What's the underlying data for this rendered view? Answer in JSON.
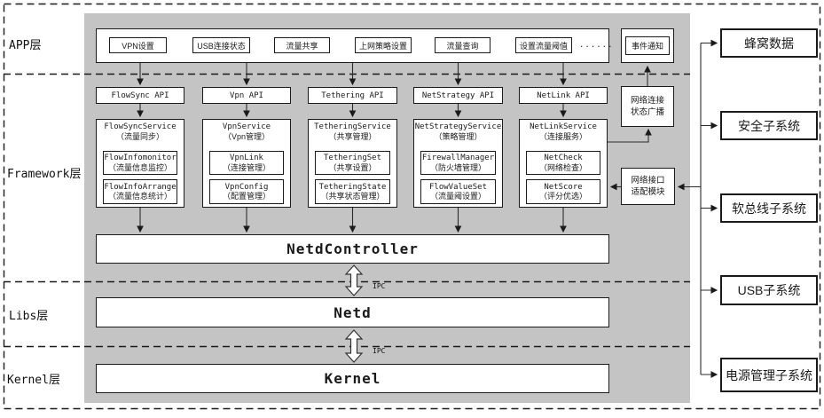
{
  "layer_labels": {
    "app": "APP层",
    "framework": "Framework层",
    "libs": "Libs层",
    "kernel": "Kernel层"
  },
  "app_band": {
    "items": [
      "VPN设置",
      "USB连接状态",
      "流量共享",
      "上网策略设置",
      "流量查询",
      "设置流量阈值"
    ],
    "ellipsis": "......",
    "event_notify": "事件通知"
  },
  "framework": {
    "columns": [
      {
        "api": "FlowSync API",
        "service_name": "FlowSyncService",
        "service_desc": "（流量同步）",
        "mod1_name": "FlowInfomonitor",
        "mod1_desc": "（流量信息监控）",
        "mod2_name": "FlowInfoArrange",
        "mod2_desc": "（流量信息统计）"
      },
      {
        "api": "Vpn API",
        "service_name": "VpnService",
        "service_desc": "（Vpn管理）",
        "mod1_name": "VpnLink",
        "mod1_desc": "（连接管理）",
        "mod2_name": "VpnConfig",
        "mod2_desc": "（配置管理）"
      },
      {
        "api": "Tethering API",
        "service_name": "TetheringService",
        "service_desc": "（共享管理）",
        "mod1_name": "TetheringSet",
        "mod1_desc": "（共享设置）",
        "mod2_name": "TetheringState",
        "mod2_desc": "（共享状态管理）"
      },
      {
        "api": "NetStrategy API",
        "service_name": "NetStrategyService",
        "service_desc": "（策略管理）",
        "mod1_name": "FirewallManager",
        "mod1_desc": "（防火墙管理）",
        "mod2_name": "FlowValueSet",
        "mod2_desc": "（流量阈设置）"
      },
      {
        "api": "NetLink API",
        "service_name": "NetLinkService",
        "service_desc": "（连接服务）",
        "mod1_name": "NetCheck",
        "mod1_desc": "（网络检查）",
        "mod2_name": "NetScore",
        "mod2_desc": "（评分优选）"
      }
    ],
    "broadcast_line1": "网络连接",
    "broadcast_line2": "状态广播",
    "adapter_line1": "网络接口",
    "adapter_line2": "适配模块",
    "netd_controller": "NetdController"
  },
  "libs": {
    "netd": "Netd"
  },
  "kernel": {
    "kernel": "Kernel"
  },
  "ipc_label": "IPC",
  "subsystems": [
    "蜂窝数据",
    "安全子系统",
    "软总线子系统",
    "USB子系统",
    "电源管理子系统"
  ],
  "colors": {
    "panel": "#c4c4c4",
    "line": "#2b2b2b",
    "box_bg": "#ffffff",
    "text": "#1a1a1a"
  }
}
